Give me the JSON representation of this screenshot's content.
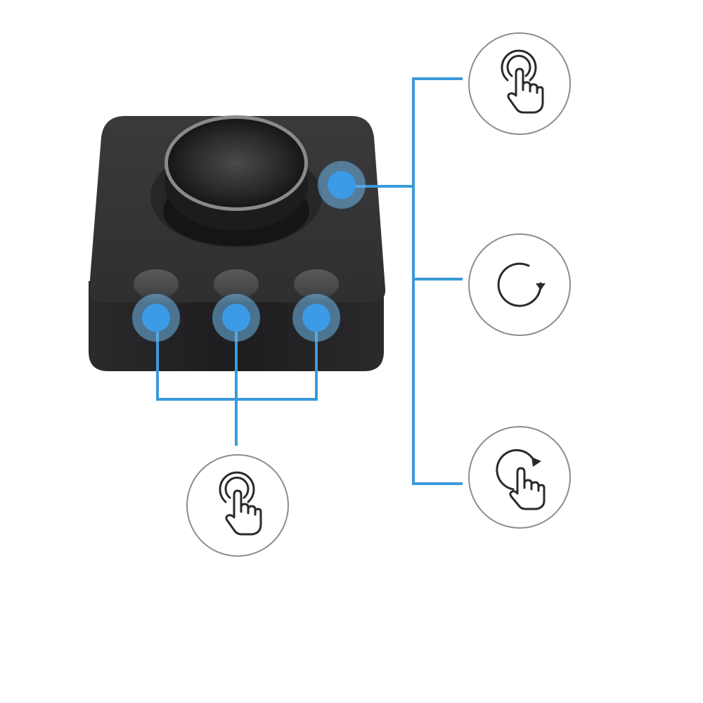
{
  "diagram": {
    "accent_color": "#3a9ad9",
    "marker_color": "#3b9be6",
    "device_color": "#2b2b2d",
    "icons": [
      {
        "id": "knob-press",
        "icon": "hand-tap-icon"
      },
      {
        "id": "knob-rotate",
        "icon": "rotate-clockwise-icon"
      },
      {
        "id": "knob-press-rotate",
        "icon": "hand-rotate-icon"
      },
      {
        "id": "button-press",
        "icon": "hand-tap-icon"
      }
    ]
  }
}
